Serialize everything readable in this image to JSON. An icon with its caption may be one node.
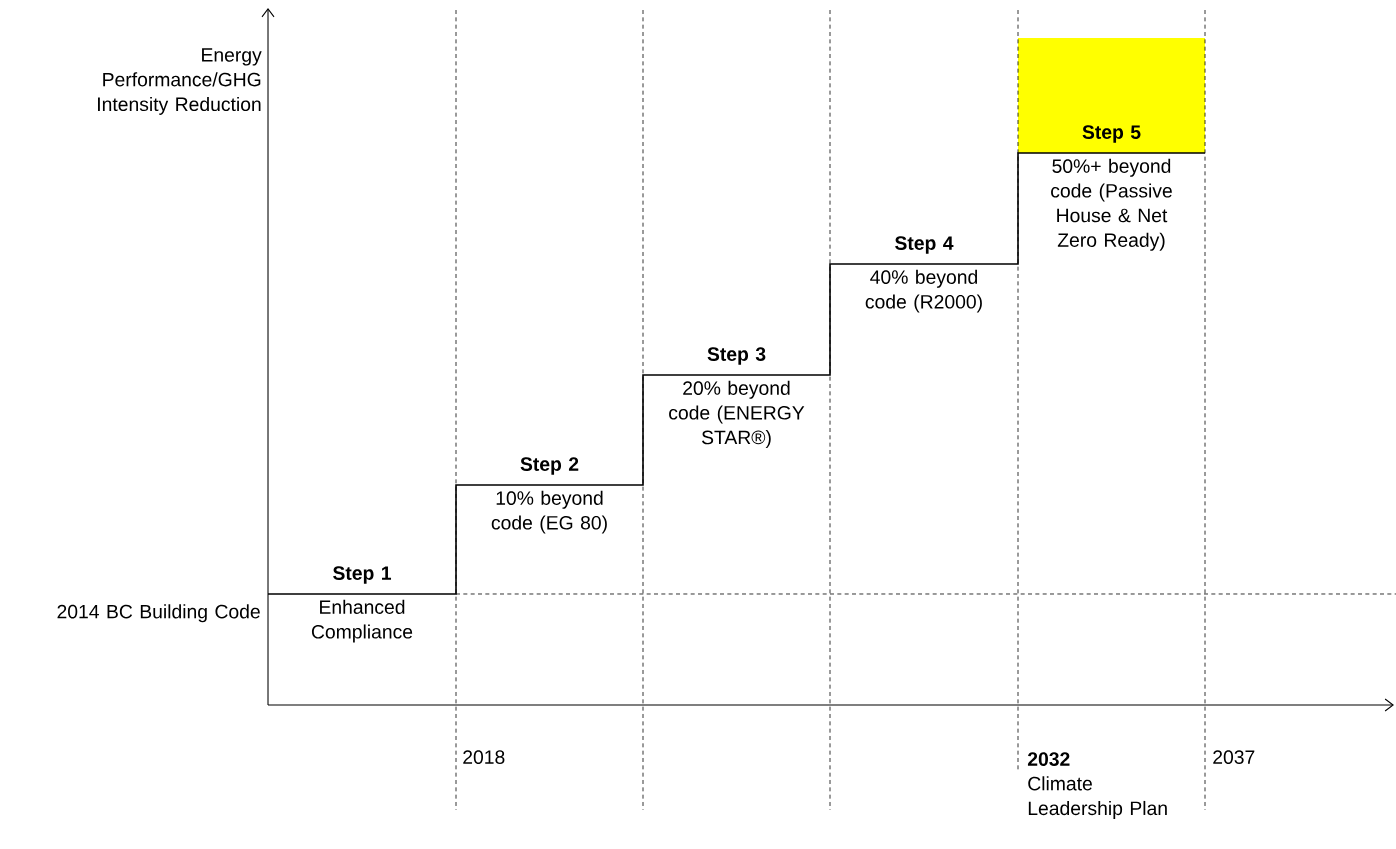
{
  "diagram": {
    "nodes": [
      {
        "text": [
          "Step 1",
          "Enhanced Compliance"
        ]
      },
      {
        "text": [
          "Step 2",
          "10% beyond code (EG 80)"
        ]
      },
      {
        "text": [
          "Step 3",
          "20% beyond code (ENERGY STAR®)"
        ]
      },
      {
        "text": [
          "Step 4",
          "40% beyond code (R2000)"
        ]
      },
      {
        "text": [
          "Step 5",
          "50%+ beyond code (Passive House & Net Zero Ready)"
        ]
      }
    ],
    "labels": [
      "Energy Performance/GHG Intensity Reduction",
      "2014 BC Building Code",
      "2018",
      "2032",
      "Climate Leadership Plan",
      "2037"
    ]
  }
}
